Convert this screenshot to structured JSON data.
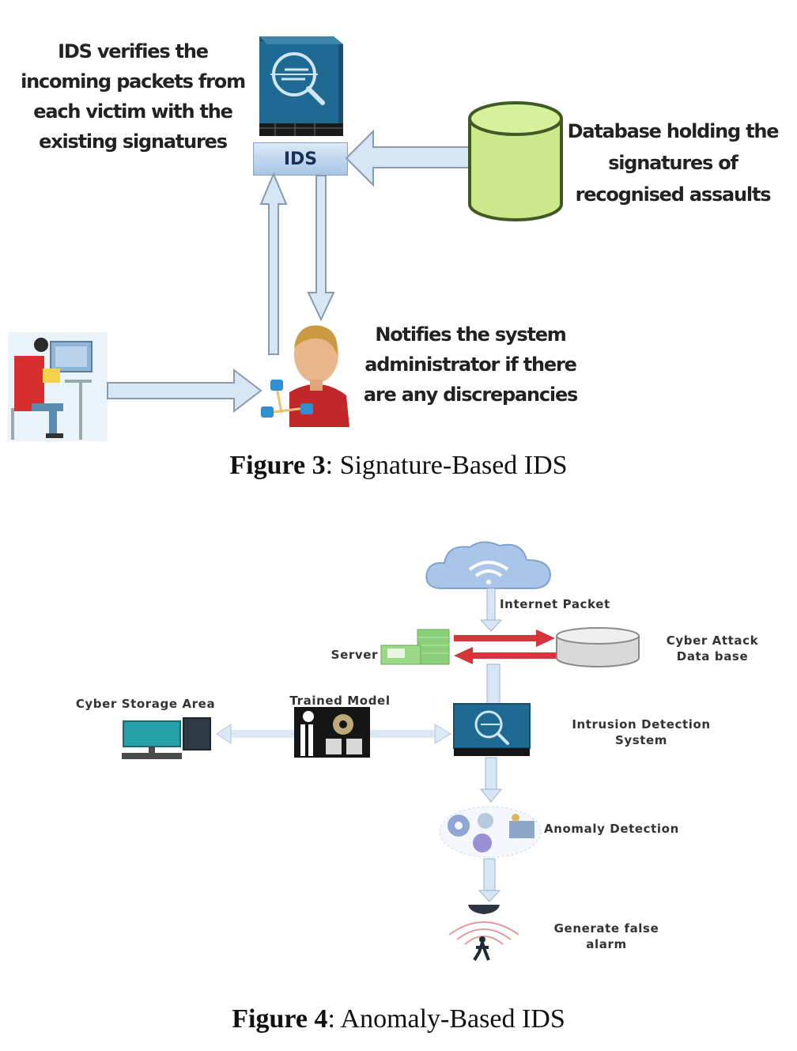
{
  "figure3": {
    "labels": {
      "ids_verifies": "IDS verifies the incoming packets from each victim with the existing signatures",
      "ids_verifies_lines": [
        "IDS verifies the",
        "incoming packets from",
        "each victim with the",
        "existing signatures"
      ],
      "ids_box": "IDS",
      "database_lines": [
        "Database holding the",
        "signatures of",
        "recognised assaults"
      ],
      "notifies_lines": [
        "Notifies the system",
        "administrator if there",
        "are any discrepancies"
      ]
    },
    "icons": [
      "ids-appliance-icon",
      "database-cylinder-icon",
      "user-at-computer-icon",
      "administrator-icon",
      "network-nodes-icon"
    ],
    "colors": {
      "ids_blue": "#1f5f86",
      "db_green": "#cde88a",
      "arrow_fill": "#d6e6f5",
      "arrow_stroke": "#8a9aae",
      "admin_red": "#c0282a"
    },
    "caption": {
      "number": "Figure 3",
      "sep": ":",
      "text": " Signature-Based IDS"
    }
  },
  "figure4": {
    "labels": {
      "internet_packet": "Internet Packet",
      "server": "Server",
      "cyber_attack_db_lines": [
        "Cyber Attack",
        "Data base"
      ],
      "cyber_storage": "Cyber Storage Area",
      "trained_model": "Trained Model",
      "ids_lines": [
        "Intrusion Detection",
        "System"
      ],
      "anomaly": "Anomaly Detection",
      "false_alarm_lines": [
        "Generate false",
        "alarm"
      ]
    },
    "icons": [
      "cloud-wifi-icon",
      "server-icon",
      "database-icon",
      "computer-storage-icon",
      "trained-model-icon",
      "ids-appliance-icon",
      "anomaly-gears-icon",
      "alarm-sensor-icon"
    ],
    "colors": {
      "red_arrow": "#d8323a",
      "cloud_blue": "#a9c6e8",
      "server_green": "#8ccf7a"
    },
    "caption": {
      "number": "Figure 4",
      "sep": ":",
      "text": " Anomaly-Based IDS"
    }
  }
}
